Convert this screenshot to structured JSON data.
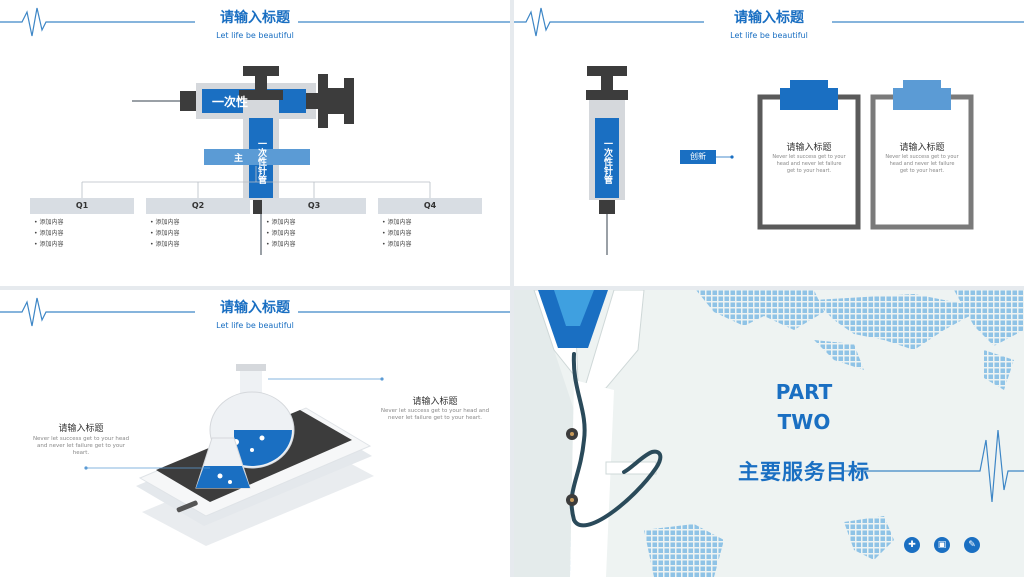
{
  "header": {
    "title": "请输入标题",
    "subtitle": "Let life be beautiful"
  },
  "slide1": {
    "syringe_label_h": "一次性",
    "syringe_label_v": "一次性针管",
    "center_label": "主",
    "quarters": [
      {
        "label": "Q1",
        "items": [
          "添加内容",
          "添加内容",
          "添加内容"
        ]
      },
      {
        "label": "Q2",
        "items": [
          "添加内容",
          "添加内容",
          "添加内容"
        ]
      },
      {
        "label": "Q3",
        "items": [
          "添加内容",
          "添加内容",
          "添加内容"
        ]
      },
      {
        "label": "Q4",
        "items": [
          "添加内容",
          "添加内容",
          "添加内容"
        ]
      }
    ]
  },
  "slide2": {
    "syringe_label": "一次性针管",
    "innovation_label": "创新",
    "cards": [
      {
        "title": "请输入标题",
        "text": "Never let success get to your head and never let failure get to your heart."
      },
      {
        "title": "请输入标题",
        "text": "Never let success get to your head and never let failure get to your heart."
      }
    ]
  },
  "slide3": {
    "left_title": "请输入标题",
    "left_text": "Never let success get to your head and never let failure get to your heart.",
    "right_title": "请输入标题",
    "right_text": "Never let success get to your head and never let failure get to your heart."
  },
  "slide4": {
    "part": "PART",
    "two": "TWO",
    "subtitle": "主要服务目标",
    "icons": [
      "plus-circle-icon",
      "medicine-box-icon",
      "pen-icon"
    ]
  },
  "colors": {
    "accent": "#1a6fc2",
    "light_blue": "#5b9bd5",
    "dark_gray": "#3c3c3c"
  }
}
